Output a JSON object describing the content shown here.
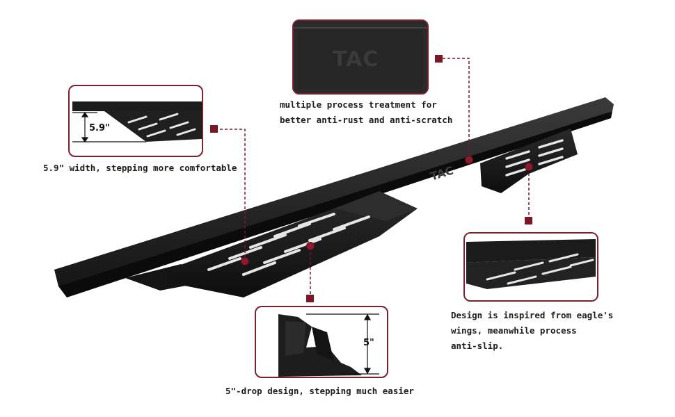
{
  "callouts": {
    "top_center": {
      "line1": "multiple process treatment for",
      "line2": "better anti-rust and anti-scratch"
    },
    "top_left": {
      "text": "5.9\" width, stepping more comfortable",
      "dimension": "5.9\""
    },
    "bottom_center": {
      "text": "5\"-drop design, stepping much easier",
      "dimension": "5\""
    },
    "right": {
      "line1": "Design is inspired from eagle's",
      "line2": "wings, meanwhile process",
      "line3": "anti-slip."
    }
  },
  "brand": {
    "logo": "TAC"
  },
  "colors": {
    "accent": "#7a1828",
    "frame": "#7a2232",
    "product": "#1f1f1f"
  }
}
